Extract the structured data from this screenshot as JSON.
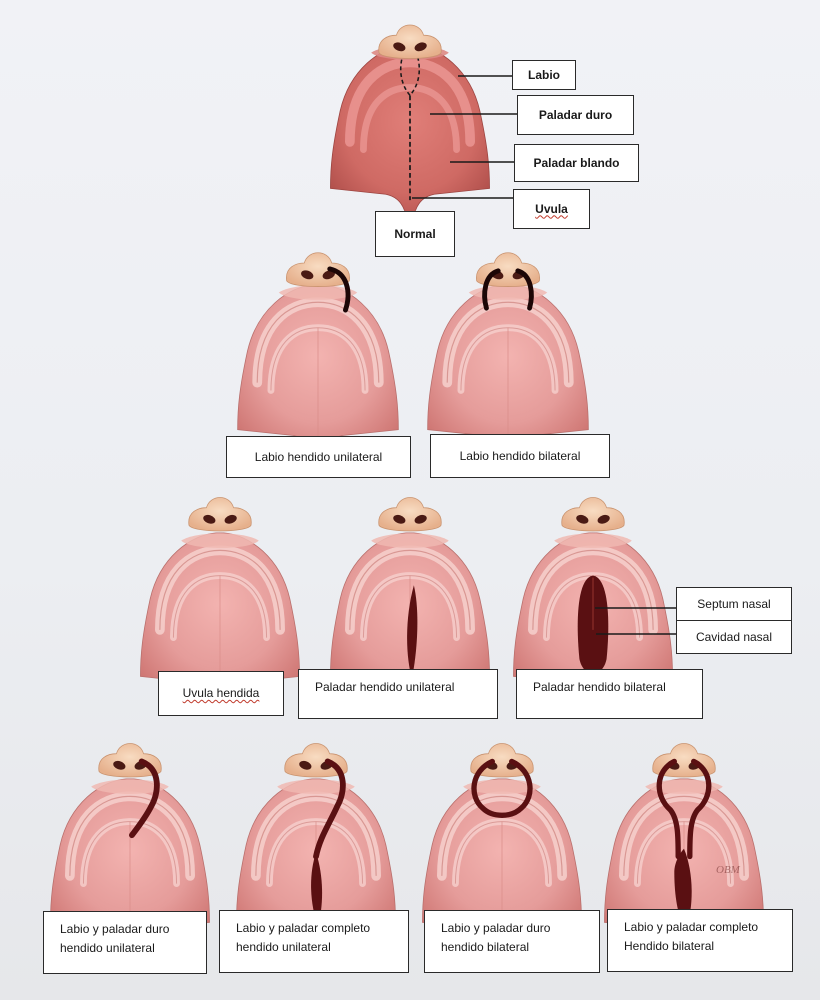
{
  "normal_diagram": {
    "labels": {
      "labio": "Labio",
      "paladar_duro": "Paladar duro",
      "paladar_blando": "Paladar blando",
      "uvula": "Uvula"
    },
    "caption": "Normal"
  },
  "row2": {
    "labio_hendido_unilateral": "Labio hendido unilateral",
    "labio_hendido_bilateral": "Labio hendido bilateral"
  },
  "row3": {
    "uvula_hendida": "Uvula hendida",
    "paladar_hendido_unilateral": "Paladar hendido unilateral",
    "paladar_hendido_bilateral": "Paladar hendido bilateral",
    "septum_nasal": "Septum nasal",
    "cavidad_nasal": "Cavidad nasal"
  },
  "row4": {
    "labio_paladar_duro_unilateral": {
      "line1": "Labio y paladar duro",
      "line2": "hendido unilateral"
    },
    "labio_paladar_completo_unilateral": {
      "line1": "Labio y paladar completo",
      "line2": "hendido unilateral"
    },
    "labio_paladar_duro_bilateral": {
      "line1": "Labio y paladar duro",
      "line2": "hendido bilateral"
    },
    "labio_paladar_completo_bilateral": {
      "line1": "Labio y paladar completo",
      "line2": "Hendido bilateral"
    }
  },
  "artist_signature": "OBM",
  "colors": {
    "palate_light": "#e59c9a",
    "palate_dark": "#c25f5c",
    "nose": "#f1c7a6",
    "cleft": "#5c1012"
  }
}
